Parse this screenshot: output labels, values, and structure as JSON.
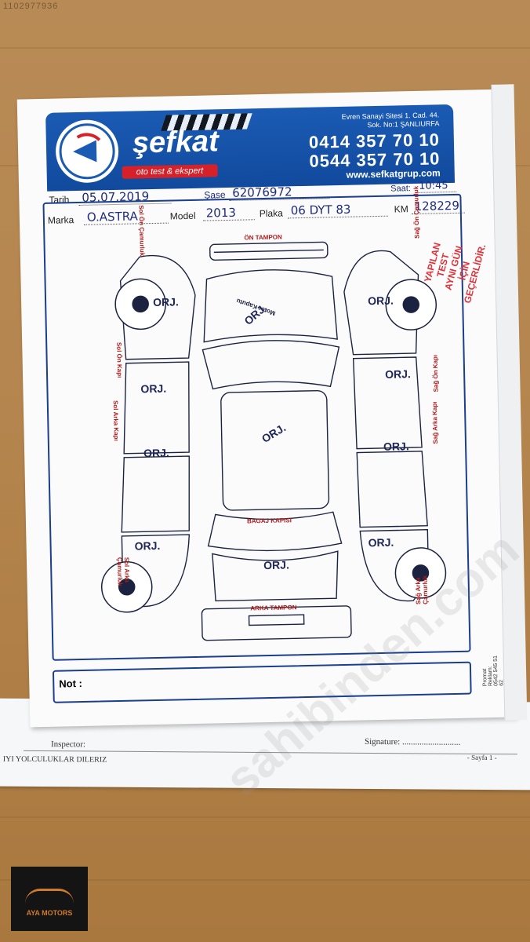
{
  "corner_id": "1102977936",
  "header": {
    "brand": "şefkat",
    "tagline": "oto test & ekspert",
    "address_line1": "Evren Sanayi Sitesi 1. Cad. 44.",
    "address_line2": "Sok. No:1   ŞANLIURFA",
    "phone1": "0414 357 70 10",
    "phone2": "0544 357 70 10",
    "website": "www.sefkatgrup.com"
  },
  "fields": {
    "tarih_label": "Tarih",
    "tarih_value": "05.07.2019",
    "sase_label": "Şase",
    "sase_value": "62076972",
    "saat_label": "Saat:",
    "saat_value": "10:45",
    "marka_label": "Marka",
    "marka_value": "O.ASTRA",
    "model_label": "Model",
    "model_value": "2013",
    "plaka_label": "Plaka",
    "plaka_value": "06 DYT 83",
    "km_label": "KM",
    "km_value": "128229"
  },
  "parts": {
    "on_tampon": "ÖN TAMPON",
    "motor_kaputu": "Motor Kaputu",
    "bagaj_kapisi": "BAGAJ KAPISI",
    "arka_tampon": "ARKA TAMPON",
    "sol_on_camurluk": "Sol Ön Çamurluk",
    "sol_on_kapi": "Sol Ön Kapı",
    "sol_arka_kapi": "Sol Arka Kapı",
    "sol_arka_camurluk": "Sol Arka Çamurluk",
    "sag_on_camurluk": "Sağ Ön Çamurluk",
    "sag_on_kapi": "Sağ Ön Kapı",
    "sag_arka_kapi": "Sağ Arka Kapı",
    "sag_arka_camurluk": "Sağ Arka Çamurluk"
  },
  "marks": {
    "orj": "ORJ."
  },
  "stamp": {
    "line1": "YAPILAN TEST",
    "line2": "AYNI GÜN İÇİN",
    "line3": "GEÇERLİDİR."
  },
  "note_label": "Not :",
  "promat": "Promat Reklam: 0542 545 51 62",
  "back_page": {
    "inspector": "Inspector:",
    "signature": "Signature: ...........................",
    "farewell": "IYI YOLCULUKLAR DILERIZ",
    "page": "- Sayfa 1 -"
  },
  "watermark": "sahibinden.com",
  "dealer": {
    "name": "AYA MOTORS"
  },
  "colors": {
    "header_blue": "#1b5bb4",
    "part_red": "#b01c1c",
    "stamp_red": "#e0323a",
    "ink_blue": "#1d2657"
  }
}
